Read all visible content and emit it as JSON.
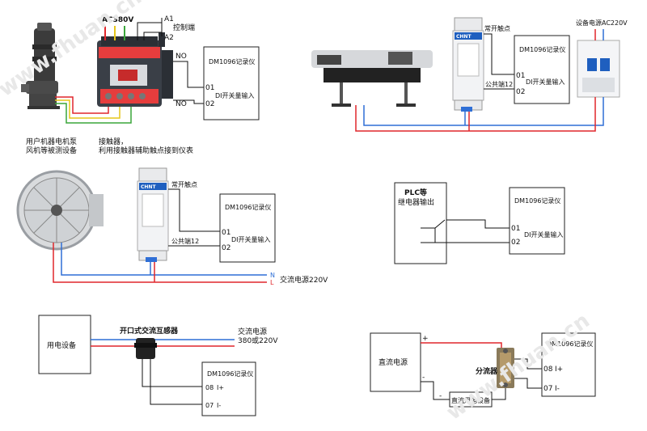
{
  "watermark": "www.fhuan.cn",
  "colors": {
    "red": "#e0262b",
    "blue": "#2f6fd6",
    "yellow": "#e6c619",
    "green": "#3aa53a",
    "black": "#111111"
  },
  "panel1": {
    "ac_label": "AC380V",
    "a1": "A1",
    "a2": "A2",
    "control_end": "控制端",
    "no_top": "NO",
    "no_bottom": "NO",
    "recorder_title": "DM1096记录仪",
    "pin1": "01",
    "pin2": "02",
    "di_input": "DI开关量输入",
    "device_caption_line1": "用户机器电机泵",
    "device_caption_line2": "风机等被测设备",
    "contactor_caption_line1": "接触器，",
    "contactor_caption_line2": "利用接触器辅助触点接到仪表"
  },
  "panel2": {
    "no_contact": "常开触点",
    "power_label": "设备电源AC220V",
    "recorder_title": "DM1096记录仪",
    "pin1": "01",
    "pin2": "02",
    "di_input": "DI开关量输入",
    "common": "公共端12",
    "relay_brand": "CHNT"
  },
  "panel3": {
    "no_contact": "常开触点",
    "recorder_title": "DM1096记录仪",
    "pin1": "01",
    "pin2": "02",
    "di_input": "DI开关量输入",
    "common": "公共端12",
    "n_label": "N",
    "l_label": "L",
    "ac_label": "交流电源220V",
    "relay_brand": "CHNT"
  },
  "panel4": {
    "plc_line1": "PLC等",
    "plc_line2": "继电器输出",
    "recorder_title": "DM1096记录仪",
    "pin1": "01",
    "pin2": "02",
    "di_input": "DI开关量输入"
  },
  "panel5": {
    "device": "用电设备",
    "ct_label": "开口式交流互感器",
    "ac_line1": "交流电源",
    "ac_line2": "380或220V",
    "recorder_title": "DM1096记录仪",
    "pin08": "08",
    "pin07": "07",
    "i_plus": "I+",
    "i_minus": "I-"
  },
  "panel6": {
    "dc_source": "直流电源",
    "plus": "+",
    "minus": "-",
    "shunt": "分流器",
    "dc_device": "直流用电设备",
    "recorder_title": "DM1096记录仪",
    "pin08": "08",
    "pin07": "07",
    "i_plus": "I+",
    "i_minus": "I-"
  }
}
